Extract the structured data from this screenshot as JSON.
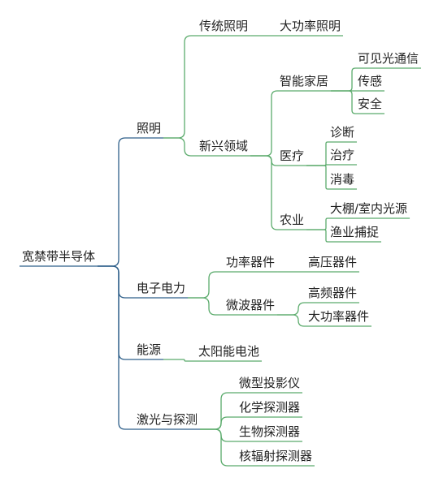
{
  "diagram": {
    "type": "mindmap",
    "colors": {
      "root_branch": "#2e5f8a",
      "sub_branch": "#5bab6c",
      "text": "#222222"
    },
    "root": {
      "label": "宽禁带半导体",
      "children": [
        {
          "label": "照明",
          "children": [
            {
              "label": "传统照明",
              "children": [
                {
                  "label": "大功率照明"
                }
              ]
            },
            {
              "label": "新兴领域",
              "children": [
                {
                  "label": "智能家居",
                  "children": [
                    {
                      "label": "可见光通信"
                    },
                    {
                      "label": "传感"
                    },
                    {
                      "label": "安全"
                    }
                  ]
                },
                {
                  "label": "医疗",
                  "children": [
                    {
                      "label": "诊断"
                    },
                    {
                      "label": "治疗"
                    },
                    {
                      "label": "消毒"
                    }
                  ]
                },
                {
                  "label": "农业",
                  "children": [
                    {
                      "label": "大棚/室内光源"
                    },
                    {
                      "label": "渔业捕捉"
                    }
                  ]
                }
              ]
            }
          ]
        },
        {
          "label": "电子电力",
          "children": [
            {
              "label": "功率器件",
              "children": [
                {
                  "label": "高压器件"
                }
              ]
            },
            {
              "label": "微波器件",
              "children": [
                {
                  "label": "高频器件"
                },
                {
                  "label": "大功率器件"
                }
              ]
            }
          ]
        },
        {
          "label": "能源",
          "children": [
            {
              "label": "太阳能电池"
            }
          ]
        },
        {
          "label": "激光与探测",
          "children": [
            {
              "label": "微型投影仪"
            },
            {
              "label": "化学探测器"
            },
            {
              "label": "生物探测器"
            },
            {
              "label": "核辐射探测器"
            }
          ]
        }
      ]
    }
  }
}
